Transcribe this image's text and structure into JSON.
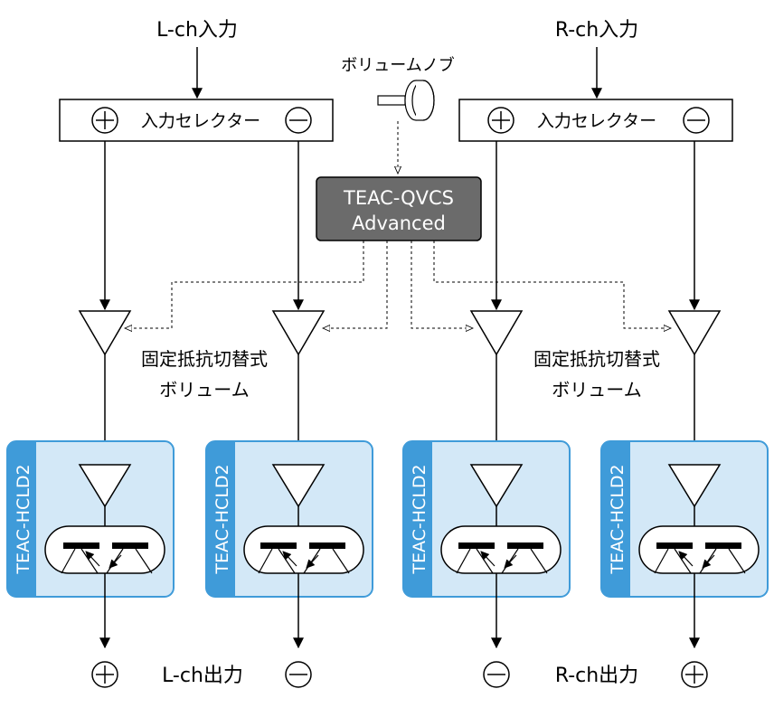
{
  "inputs": {
    "left": "L-ch入力",
    "right": "R-ch入力"
  },
  "knob_label": "ボリュームノブ",
  "selector_label": "入力セレクター",
  "controller": {
    "line1": "TEAC-QVCS",
    "line2": "Advanced"
  },
  "volume_label": {
    "line1": "固定抵抗切替式",
    "line2": "ボリューム"
  },
  "module_label": "TEAC-HCLD2",
  "outputs": {
    "left": "L-ch出力",
    "right": "R-ch出力"
  },
  "colors": {
    "module_fill": "#d3e8f7",
    "module_border": "#3f9bd9",
    "module_tab": "#3f9bd9",
    "controller_fill": "#6b6b6b",
    "line": "#000000"
  }
}
